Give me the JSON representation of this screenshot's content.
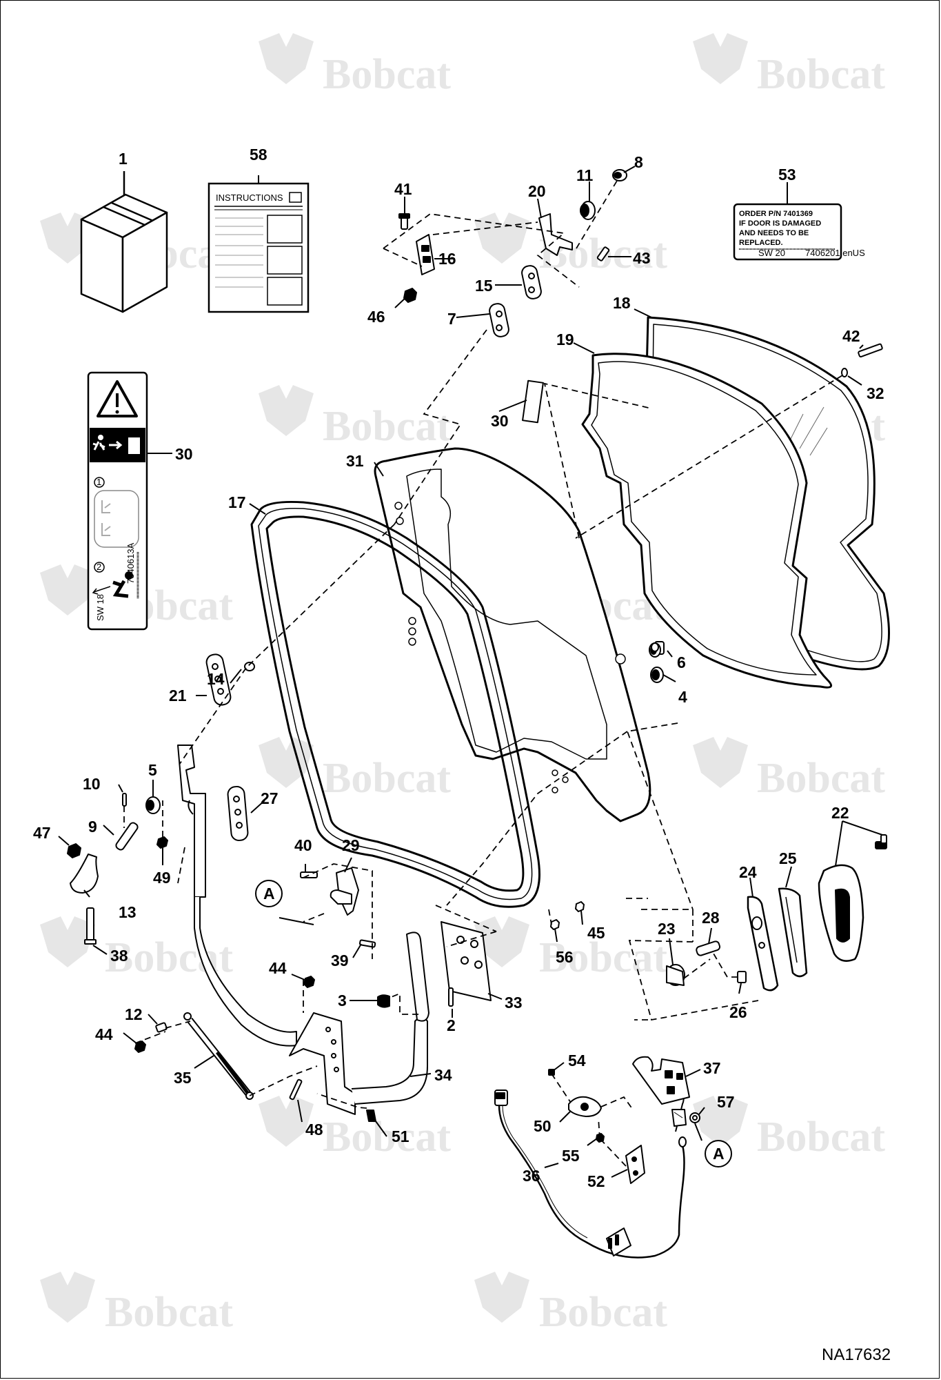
{
  "watermark": {
    "brand": "Bobcat"
  },
  "drawing_id": "NA17632",
  "instructions_sheet": {
    "title": "INSTRUCTIONS"
  },
  "door_label": {
    "lines": [
      "ORDER P/N 7401369",
      "IF DOOR IS DAMAGED",
      "AND NEEDS TO BE",
      "REPLACED."
    ],
    "footer_left": "SW 20",
    "footer_right": "7406201 enUS"
  },
  "safety_decal": {
    "code": "7340613A",
    "footer": "SW 18",
    "steps": [
      "1",
      "2"
    ]
  },
  "reference_markers": [
    "A",
    "A"
  ],
  "callouts": [
    "1",
    "58",
    "41",
    "20",
    "11",
    "8",
    "53",
    "16",
    "43",
    "15",
    "46",
    "7",
    "18",
    "42",
    "32",
    "19",
    "30",
    "30",
    "31",
    "17",
    "6",
    "4",
    "14",
    "21",
    "5",
    "10",
    "27",
    "9",
    "47",
    "49",
    "40",
    "29",
    "22",
    "25",
    "24",
    "28",
    "23",
    "13",
    "38",
    "39",
    "45",
    "56",
    "44",
    "3",
    "2",
    "33",
    "26",
    "12",
    "44",
    "35",
    "34",
    "54",
    "37",
    "57",
    "48",
    "51",
    "50",
    "55",
    "52",
    "36"
  ]
}
